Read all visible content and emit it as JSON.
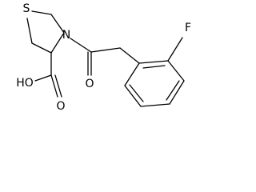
{
  "molecule": {
    "atoms": {
      "sulfur": "S",
      "nitrogen": "N",
      "fluorine": "F",
      "hydroxyl": "HO",
      "acid_oxygen": "O",
      "amide_oxygen": "O"
    }
  }
}
